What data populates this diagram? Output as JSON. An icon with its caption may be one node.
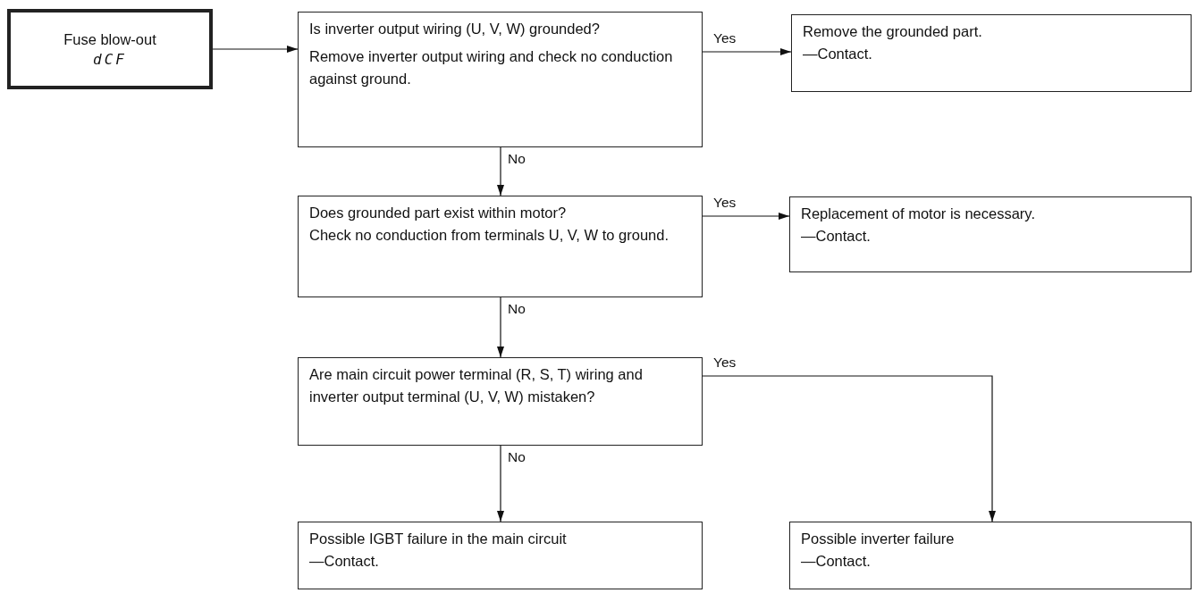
{
  "diagram": {
    "nodes": [
      {
        "text": [
          "Fuse blow-out",
          "dCF"
        ]
      },
      {
        "text": [
          "Is inverter output wiring (U, V, W) grounded?",
          "Remove inverter output wiring and check no conduction against ground."
        ]
      },
      {
        "text": [
          "Remove the grounded part.",
          "—Contact."
        ]
      },
      {
        "text": [
          "Does grounded part exist within motor?",
          "Check no conduction from terminals U, V, W to ground."
        ]
      },
      {
        "text": [
          "Replacement of motor is necessary.",
          "—Contact."
        ]
      },
      {
        "text": [
          "Are main circuit power terminal (R, S, T) wiring and inverter output terminal (U, V, W) mistaken?"
        ]
      },
      {
        "text": [
          "Possible IGBT failure in the main circuit",
          "—Contact."
        ]
      },
      {
        "text": [
          "Possible inverter failure",
          "—Contact."
        ]
      }
    ],
    "edges": [
      {
        "from": 0,
        "to": 1,
        "arrow": "to"
      },
      {
        "from": 1,
        "to": 2,
        "arrow": "to",
        "label": "Yes"
      },
      {
        "from": 1,
        "to": 3,
        "arrow": "to",
        "label": "No"
      },
      {
        "from": 3,
        "to": 4,
        "arrow": "to",
        "label": "Yes"
      },
      {
        "from": 3,
        "to": 5,
        "arrow": "to",
        "label": "No"
      },
      {
        "from": 5,
        "to": 7,
        "arrow": "to",
        "label": "Yes"
      },
      {
        "from": 5,
        "to": 6,
        "arrow": "to",
        "label": "No"
      }
    ]
  }
}
